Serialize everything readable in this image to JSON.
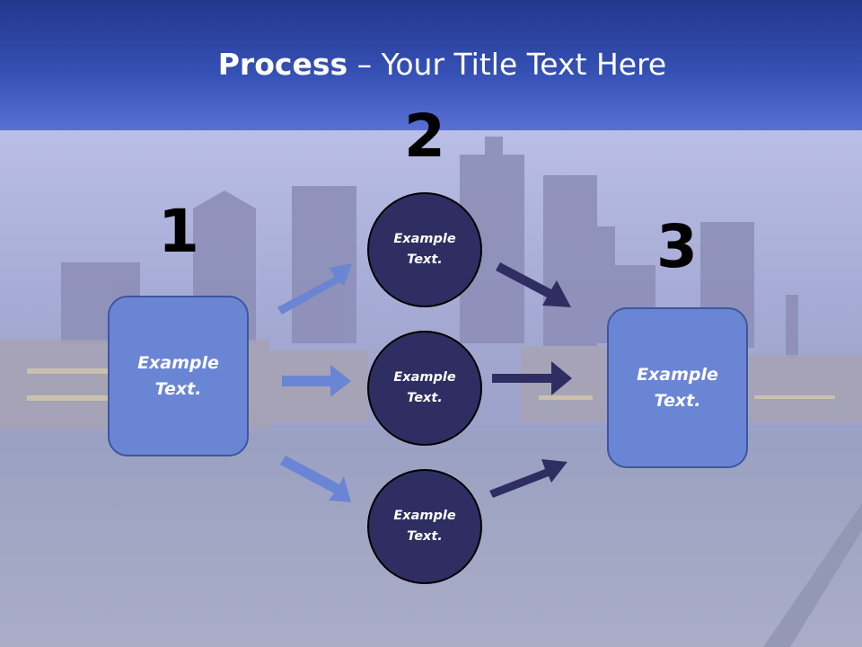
{
  "slide": {
    "title_bold": "Process",
    "title_rest": " – Your Title Text Here",
    "numbers": [
      "1",
      "2",
      "3"
    ],
    "left_box_text": "Example\nText.",
    "right_box_text": "Example\nText.",
    "circles": [
      "Example\nText.",
      "Example\nText.",
      "Example\nText."
    ]
  },
  "colors": {
    "header": "#3550b4",
    "box_fill": "#6a85d4",
    "circle_fill": "#2e2e62",
    "arrow_light": "#6a85d4",
    "arrow_dark": "#2e2e62"
  }
}
